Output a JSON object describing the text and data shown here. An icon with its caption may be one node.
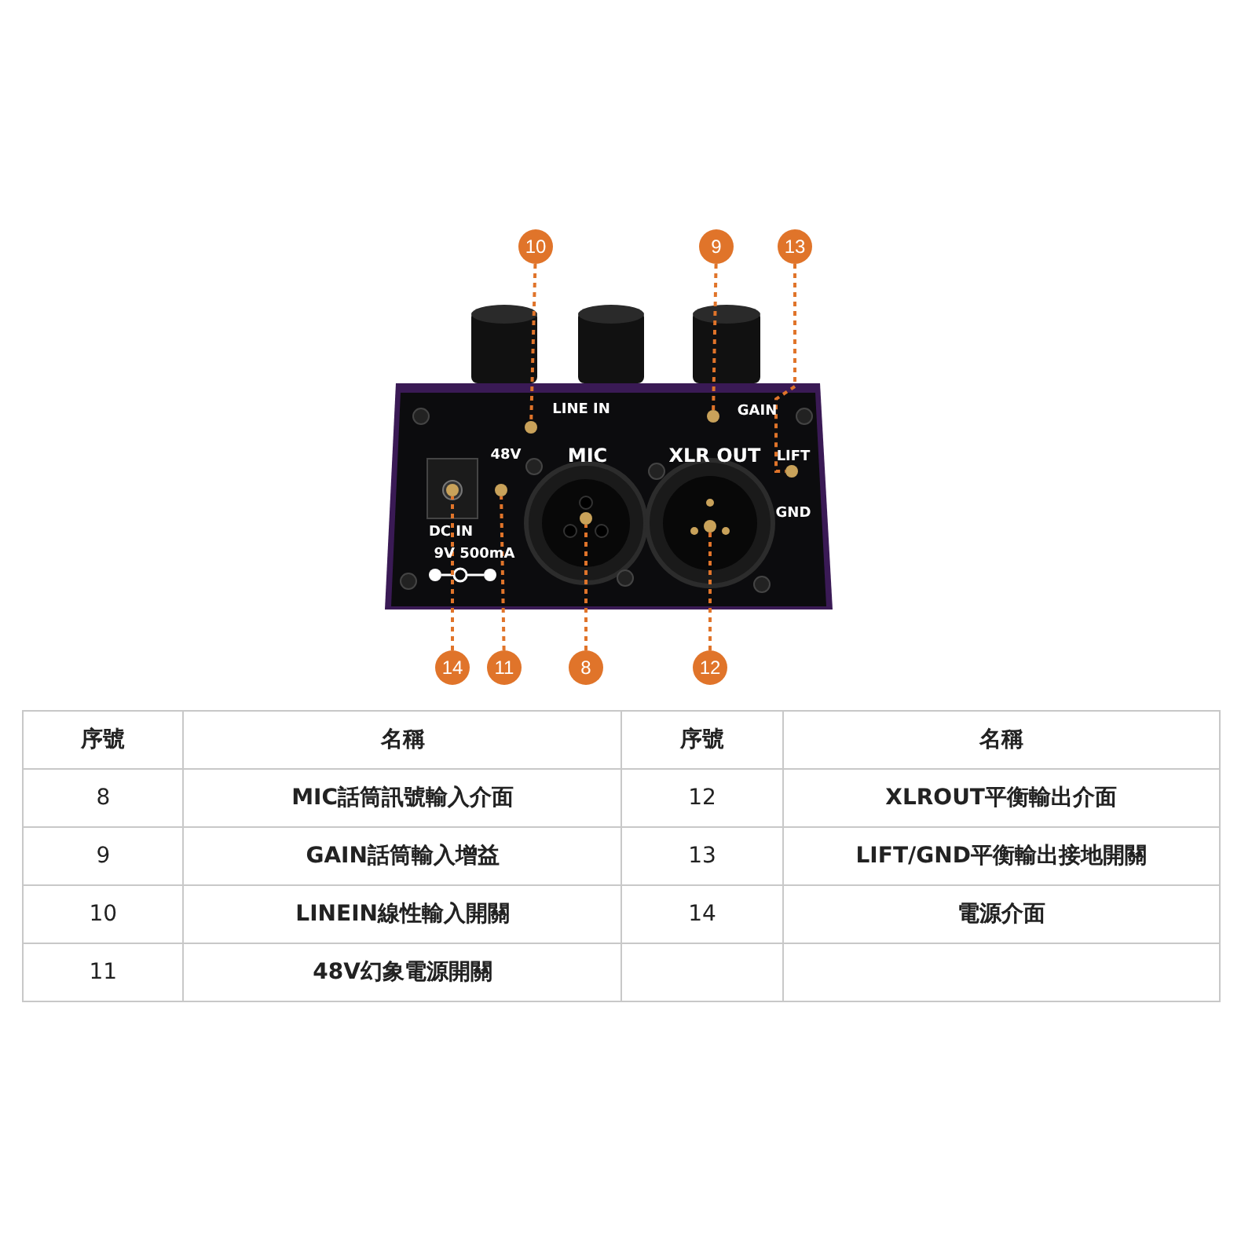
{
  "diagram": {
    "nodes": [
      {
        "text": [
          "10"
        ]
      },
      {
        "text": [
          "9"
        ]
      },
      {
        "text": [
          "13"
        ]
      },
      {
        "text": [
          "14"
        ]
      },
      {
        "text": [
          "11"
        ]
      },
      {
        "text": [
          "8"
        ]
      },
      {
        "text": [
          "12"
        ]
      },
      {
        "text": [],
        "shape": "circle"
      },
      {
        "text": [],
        "shape": "circle"
      },
      {
        "text": [],
        "shape": "circle"
      },
      {
        "text": [],
        "shape": "circle"
      },
      {
        "text": [],
        "shape": "circle"
      },
      {
        "text": [],
        "shape": "circle"
      },
      {
        "text": [],
        "shape": "circle"
      }
    ],
    "edges": [
      {
        "from": 0,
        "to": 9,
        "arrow": "none",
        "style": "dashed"
      },
      {
        "from": 1,
        "to": 12,
        "arrow": "none",
        "style": "dashed"
      },
      {
        "from": 2,
        "to": 13,
        "arrow": "none",
        "style": "dashed"
      },
      {
        "from": 3,
        "to": 7,
        "arrow": "none",
        "style": "dashed"
      },
      {
        "from": 4,
        "to": 8,
        "arrow": "none",
        "style": "dashed"
      },
      {
        "from": 5,
        "to": 10,
        "arrow": "none",
        "style": "dashed"
      },
      {
        "from": 6,
        "to": 11,
        "arrow": "none",
        "style": "dashed"
      }
    ],
    "labels": [
      "LINE IN",
      "GAIN",
      "48V",
      "MIC",
      "XLR OUT",
      "LIFT",
      "GND",
      "DC IN",
      "9V 500mA",
      "序號",
      "名稱",
      "序號",
      "名稱",
      "8",
      "MIC話筒訊號輸入介面",
      "12",
      "XLROUT平衡輸出介面",
      "9",
      "GAIN話筒輸入增益",
      "13",
      "LIFT/GND平衡輸出接地開關",
      "10",
      "LINEIN線性輸入開關",
      "14",
      "電源介面",
      "11",
      "48V幻象電源開關"
    ]
  }
}
